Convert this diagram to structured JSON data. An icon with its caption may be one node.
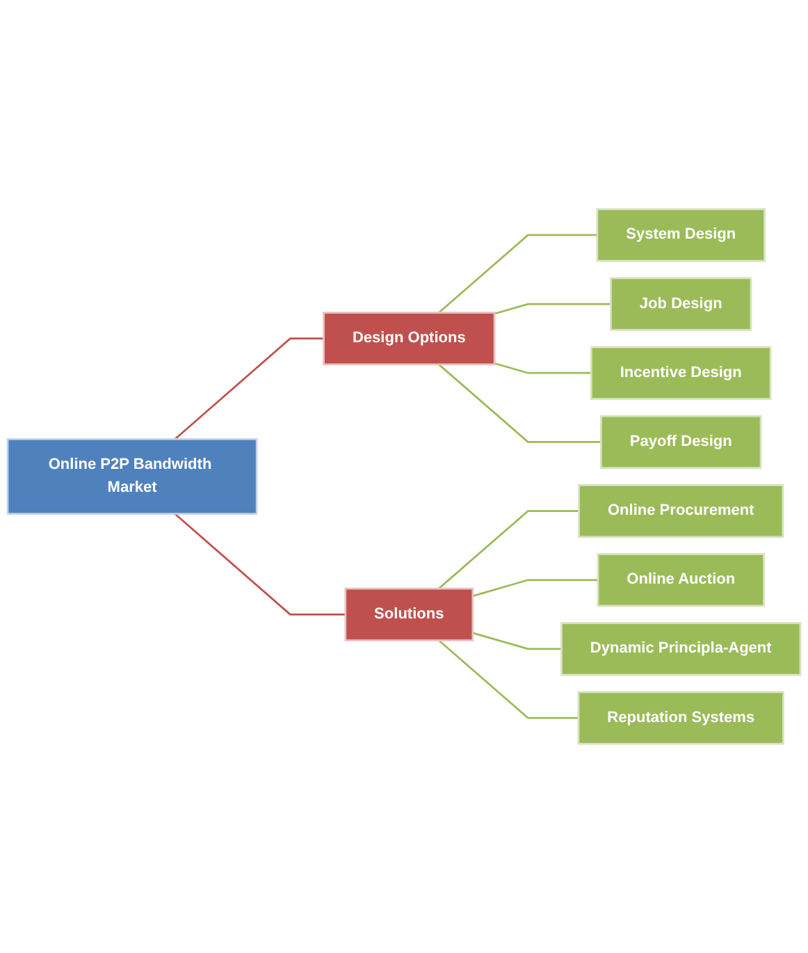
{
  "diagram": {
    "nodes": [
      {
        "text": [
          "Online P2P Bandwidth Market"
        ]
      },
      {
        "text": [
          "Design Options"
        ]
      },
      {
        "text": [
          "Solutions"
        ]
      },
      {
        "text": [
          "System Design"
        ]
      },
      {
        "text": [
          "Job Design"
        ]
      },
      {
        "text": [
          "Incentive Design"
        ]
      },
      {
        "text": [
          "Payoff Design"
        ]
      },
      {
        "text": [
          "Online Procurement"
        ]
      },
      {
        "text": [
          "Online Auction"
        ]
      },
      {
        "text": [
          "Dynamic Principla-Agent"
        ]
      },
      {
        "text": [
          "Reputation Systems"
        ]
      }
    ],
    "edges": [
      {
        "from": 0,
        "to": 1,
        "arrow": "none",
        "color": "#c0504d"
      },
      {
        "from": 0,
        "to": 2,
        "arrow": "none",
        "color": "#c0504d"
      },
      {
        "from": 1,
        "to": 3,
        "arrow": "none"
      },
      {
        "from": 1,
        "to": 4,
        "arrow": "none"
      },
      {
        "from": 1,
        "to": 5,
        "arrow": "none"
      },
      {
        "from": 1,
        "to": 6,
        "arrow": "none"
      },
      {
        "from": 2,
        "to": 7,
        "arrow": "none"
      },
      {
        "from": 2,
        "to": 8,
        "arrow": "none"
      },
      {
        "from": 2,
        "to": 9,
        "arrow": "none"
      },
      {
        "from": 2,
        "to": 10,
        "arrow": "none"
      }
    ]
  }
}
